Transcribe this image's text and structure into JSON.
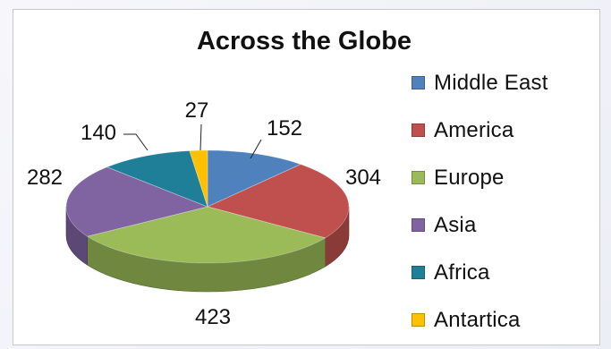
{
  "chart_data": {
    "type": "pie",
    "title": "Across the Globe",
    "categories": [
      "Middle East",
      "America",
      "Europe",
      "Asia",
      "Africa",
      "Antartica"
    ],
    "values": [
      152,
      304,
      423,
      282,
      140,
      27
    ],
    "colors": [
      "#4f81bd",
      "#c0504d",
      "#9bbb59",
      "#8064a2",
      "#1f7f99",
      "#ffc000"
    ],
    "legend_position": "right",
    "style": "3d"
  }
}
